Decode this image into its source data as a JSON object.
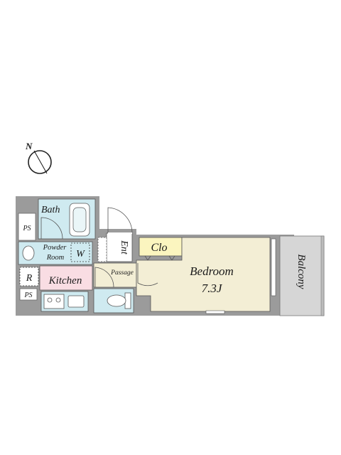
{
  "compass": {
    "north_label": "N"
  },
  "rooms": {
    "bath": "Bath",
    "ps_top": "PS",
    "powder_room_line1": "Powder",
    "powder_room_line2": "Room",
    "washer": "W",
    "refrigerator": "R",
    "kitchen": "Kitchen",
    "ps_bottom": "PS",
    "passage": "Passage",
    "entrance": "Ent",
    "closet": "Clo",
    "bedroom": "Bedroom",
    "bedroom_size": "7.3J",
    "balcony": "Balcony"
  },
  "colors": {
    "wall": "#9b9b9b",
    "bath": "#cfeaf0",
    "kitchen": "#f9dde3",
    "closet": "#fbf5bf",
    "bedroom": "#f3eed5",
    "passage": "#f3eed5",
    "balcony": "#d6d6d6"
  }
}
